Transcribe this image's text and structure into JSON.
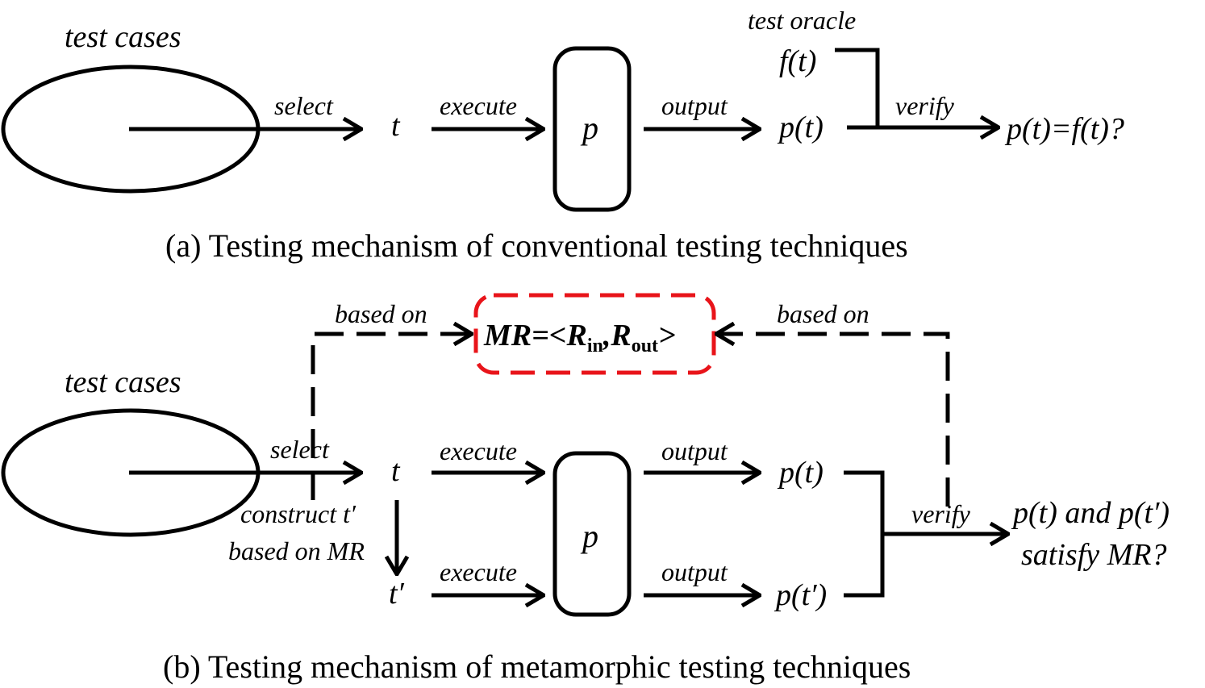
{
  "panel_a": {
    "test_cases": "test cases",
    "select": "select",
    "t": "t",
    "execute": "execute",
    "p": "p",
    "output": "output",
    "test_oracle": "test oracle",
    "f_t": "f(t)",
    "p_t": "p(t)",
    "verify": "verify",
    "result": "p(t)=f(t)?",
    "caption": "(a) Testing mechanism of conventional testing techniques"
  },
  "panel_b": {
    "test_cases": "test cases",
    "select": "select",
    "t": "t",
    "t_prime": "t′",
    "construct_line1": "construct t′",
    "construct_line2": "based on MR",
    "execute_1": "execute",
    "execute_2": "execute",
    "p": "p",
    "output_1": "output",
    "output_2": "output",
    "p_t": "p(t)",
    "p_t_prime": "p(t′)",
    "verify": "verify",
    "result_line1": "p(t) and p(t′)",
    "result_line2": "satisfy MR?",
    "based_on_left": "based on",
    "based_on_right": "based on",
    "mr": {
      "prefix": "MR=<",
      "r1": "R",
      "r1_sub": "in",
      "comma": ",",
      "r2": "R",
      "r2_sub": "out",
      "suffix": ">"
    },
    "caption": "(b) Testing mechanism of metamorphic testing techniques"
  },
  "colors": {
    "line": "#000000",
    "mr_box_border": "#e8141a"
  }
}
